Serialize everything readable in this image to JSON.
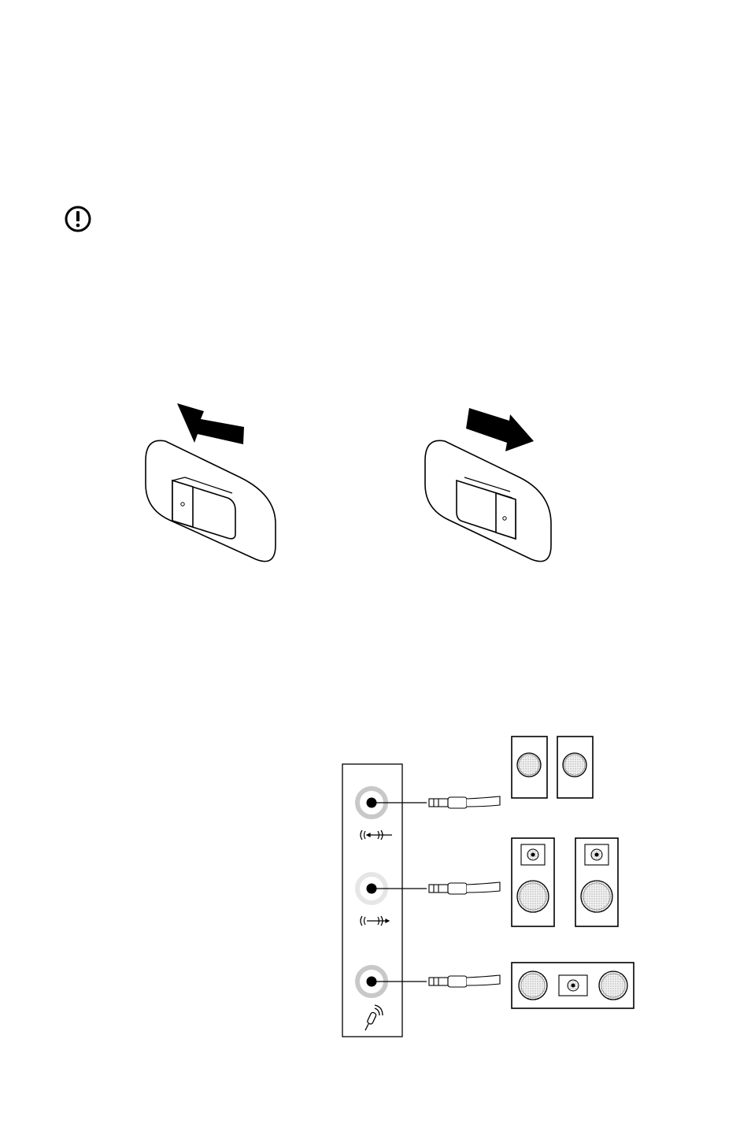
{
  "page": {
    "background": "#ffffff",
    "ink": "#000000"
  },
  "notice": {
    "icon": "attention-icon",
    "icon_glyph": "!"
  },
  "voltage_switch": {
    "left_panel": {
      "arrow_icon": "arrow-left-icon",
      "switch_position": "left"
    },
    "right_panel": {
      "arrow_icon": "arrow-right-icon",
      "switch_position": "right"
    }
  },
  "audio_panel": {
    "jacks": [
      {
        "name": "line-out-jack",
        "icon": "line-out-icon",
        "ring_color": "#c8c8c8"
      },
      {
        "name": "line-in-jack",
        "icon": "line-in-icon",
        "ring_color": "#e6e6e6"
      },
      {
        "name": "microphone-jack",
        "icon": "microphone-icon",
        "ring_color": "#c8c8c8"
      }
    ],
    "speakers": [
      {
        "name": "stereo-speakers",
        "icon": "stereo-speaker-icon"
      },
      {
        "name": "powered-speakers",
        "icon": "powered-speaker-icon"
      },
      {
        "name": "center-speaker",
        "icon": "center-speaker-icon"
      }
    ]
  }
}
